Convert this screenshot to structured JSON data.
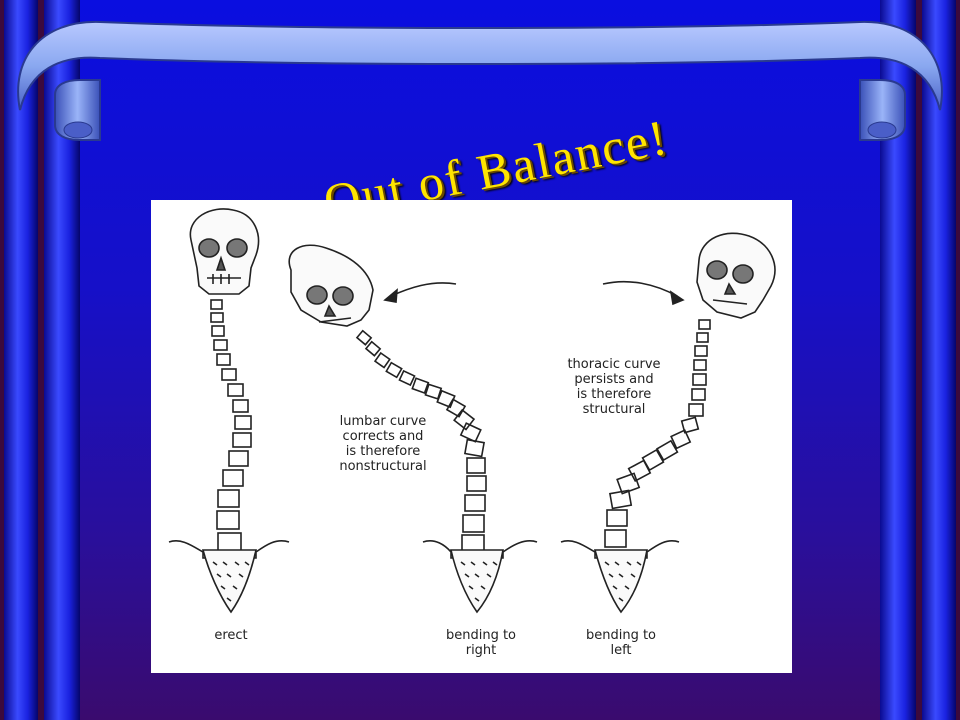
{
  "slide": {
    "title": "Out of Balance!"
  },
  "figure": {
    "labels": {
      "erect": "erect",
      "bending_right": "bending to\nright",
      "bending_left": "bending to\nleft",
      "lumbar_note": "lumbar curve\ncorrects and\nis therefore\nnonstructural",
      "thoracic_note": "thoracic curve\npersists and\nis therefore\nstructural"
    }
  },
  "colors": {
    "title": "#ffe400",
    "stage": "#1610c8",
    "pillar": "#1a22ff",
    "ribbon": "#8aa8f0"
  }
}
